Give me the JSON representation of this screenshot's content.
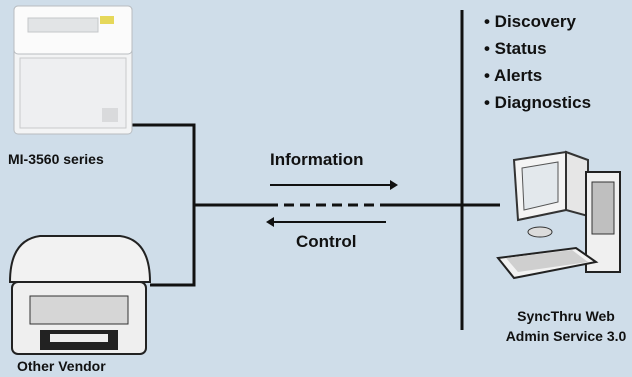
{
  "features": [
    "• Discovery",
    "• Status",
    "• Alerts",
    "• Diagnostics"
  ],
  "devices": {
    "printer_label": "MI-3560 series",
    "vendor_label": "Other Vendor"
  },
  "flow": {
    "information": "Information",
    "control": "Control"
  },
  "server": {
    "label_line1": "SyncThru Web",
    "label_line2": "Admin Service 3.0"
  },
  "colors": {
    "background": "#cfdde9",
    "line": "#111111"
  }
}
